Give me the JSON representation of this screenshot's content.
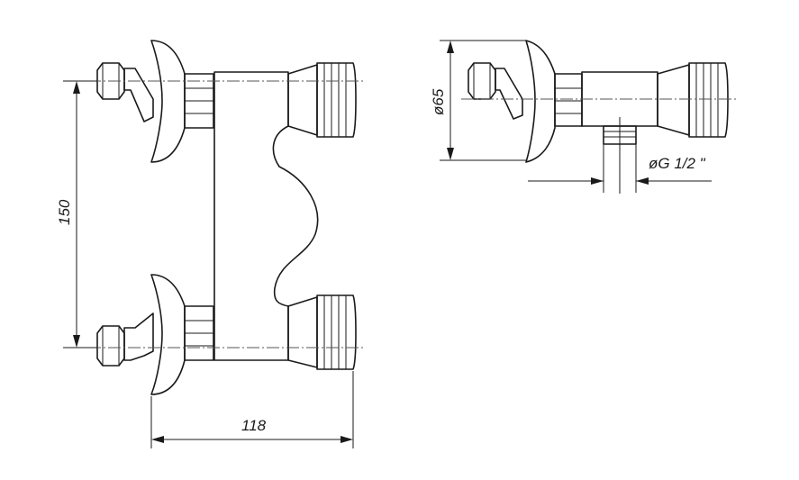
{
  "dimensions": {
    "height_spacing": "150",
    "width": "118",
    "diameter_rosette": "ø65",
    "thread": "øG 1/2 \""
  }
}
